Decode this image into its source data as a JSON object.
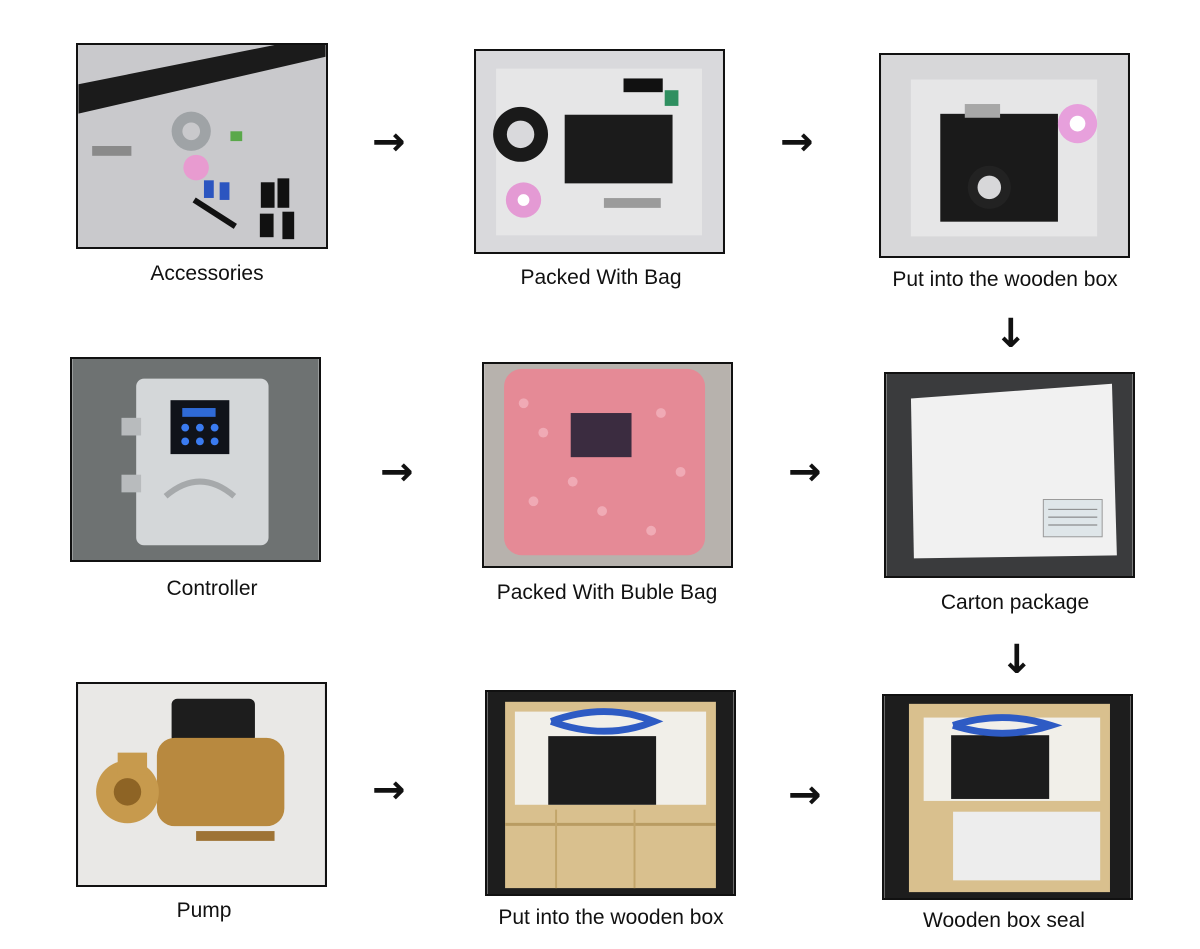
{
  "steps": {
    "accessories": "Accessories",
    "packed_bag": "Packed With Bag",
    "wooden_box_1": "Put into the wooden box",
    "controller": "Controller",
    "bubble_bag": "Packed With Buble Bag",
    "carton": "Carton package",
    "pump": "Pump",
    "wooden_box_2": "Put into the wooden box",
    "seal": "Wooden box seal"
  },
  "arrows": {
    "right": "→",
    "down": "↓"
  },
  "colors": {
    "frame": "#111111",
    "bubble_pink": "#e58a96",
    "wood": "#d9c08e",
    "brass": "#b8893f",
    "cable_blue": "#2e5bc4"
  }
}
